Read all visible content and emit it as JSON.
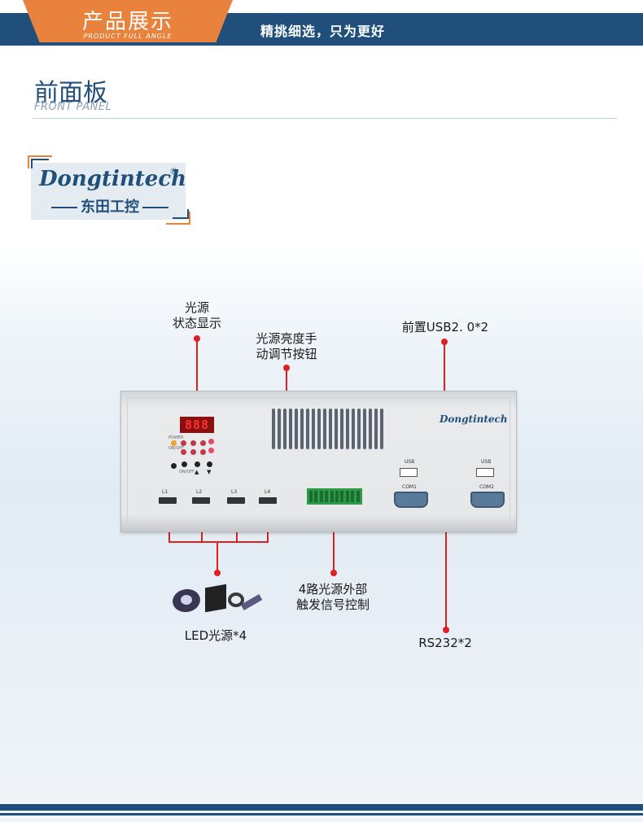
{
  "header": {
    "title": "产品展示",
    "subtitle": "PRODUCT FULL ANGLE",
    "slogan": "精挑细选，只为更好"
  },
  "section": {
    "title": "前面板",
    "subtitle": "FRONT PANEL"
  },
  "logo": {
    "english": "Dongtintech",
    "registered": "®",
    "chinese": "东田工控"
  },
  "annotations": {
    "light_status_line1": "光源",
    "light_status_line2": "状态显示",
    "brightness_line1": "光源亮度手",
    "brightness_line2": "动调节按钮",
    "usb": "前置USB2. 0*2",
    "trigger_line1": "4路光源外部",
    "trigger_line2": "触发信号控制",
    "led": "LED光源*4",
    "rs232": "RS232*2"
  },
  "device": {
    "display": "888",
    "brand": "Dongtintech",
    "power_label": "POWER",
    "onoff_label": "ON/OFF",
    "button_label": "ON/OFF",
    "led_labels": [
      "L1",
      "L2",
      "L3",
      "L4"
    ],
    "usb_label": "USB",
    "com_labels": [
      "COM1",
      "COM2"
    ]
  },
  "colors": {
    "brand_blue": "#1f4f7a",
    "accent_orange": "#e8823d",
    "callout_red": "#e02020"
  }
}
